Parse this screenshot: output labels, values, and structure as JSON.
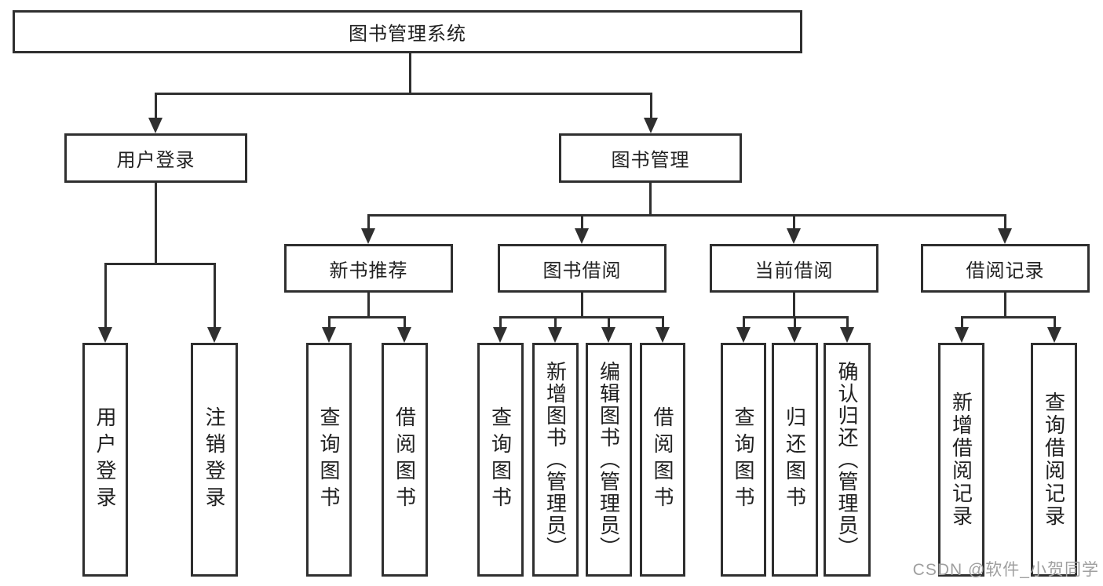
{
  "page": {
    "background": "#ffffff"
  },
  "colors": {
    "line": "#2f2f2f",
    "box_border": "#2f2f2f",
    "text": "#212121",
    "watermark": "#9f9f9f"
  },
  "watermark": {
    "text": "CSDN @软件_小贺同学"
  },
  "nodes": {
    "root": {
      "label": "图书管理系统"
    },
    "user_login": {
      "label": "用户登录"
    },
    "book_management": {
      "label": "图书管理"
    },
    "new_book_recommend": {
      "label": "新书推荐"
    },
    "book_borrow": {
      "label": "图书借阅"
    },
    "current_borrow": {
      "label": "当前借阅"
    },
    "borrow_records": {
      "label": "借阅记录"
    },
    "leaf_user_login": {
      "label": "用户登录"
    },
    "leaf_user_logout": {
      "label": "注销登录"
    },
    "leaf_new_query_books": {
      "label": "查询图书"
    },
    "leaf_new_borrow_books": {
      "label": "借阅图书"
    },
    "leaf_bb_query_books": {
      "label": "查询图书"
    },
    "leaf_bb_add_books": {
      "label": "新增图书（管理员）"
    },
    "leaf_bb_edit_books": {
      "label": "编辑图书（管理员）"
    },
    "leaf_bb_borrow_books": {
      "label": "借阅图书"
    },
    "leaf_cb_query_books": {
      "label": "查询图书"
    },
    "leaf_cb_return_books": {
      "label": "归还图书"
    },
    "leaf_cb_confirm_return": {
      "label": "确认归还（管理员）"
    },
    "leaf_br_add_record": {
      "label": "新增借阅记录"
    },
    "leaf_br_query_record": {
      "label": "查询借阅记录"
    }
  },
  "hierarchy": {
    "图书管理系统": {
      "用户登录": [
        "用户登录",
        "注销登录"
      ],
      "图书管理": {
        "新书推荐": [
          "查询图书",
          "借阅图书"
        ],
        "图书借阅": [
          "查询图书",
          "新增图书（管理员）",
          "编辑图书（管理员）",
          "借阅图书"
        ],
        "当前借阅": [
          "查询图书",
          "归还图书",
          "确认归还（管理员）"
        ],
        "借阅记录": [
          "新增借阅记录",
          "查询借阅记录"
        ]
      }
    }
  }
}
